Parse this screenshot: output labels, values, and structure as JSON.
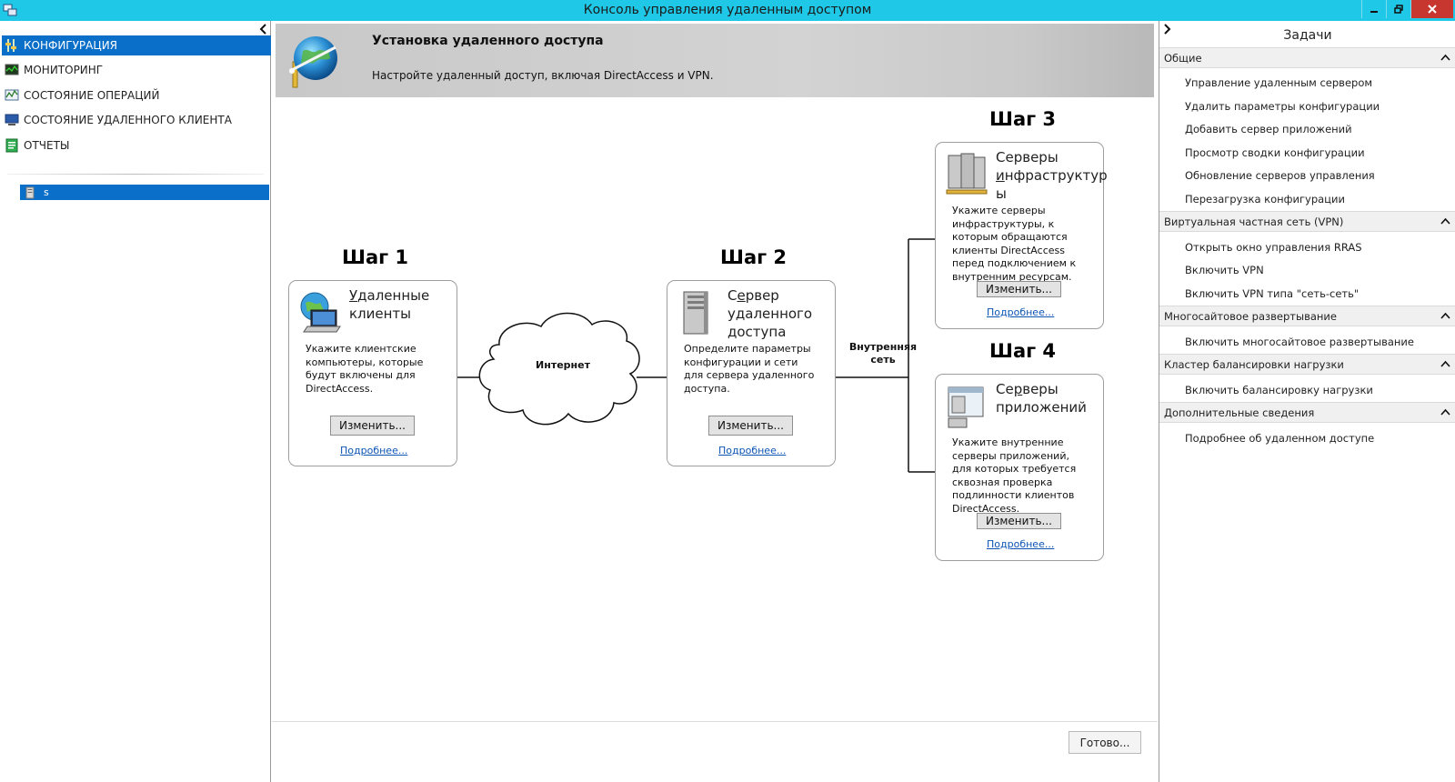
{
  "window": {
    "title": "Консоль управления удаленным доступом"
  },
  "nav": {
    "items": [
      {
        "label": "КОНФИГУРАЦИЯ",
        "icon": "configuration-icon",
        "selected": true
      },
      {
        "label": "МОНИТОРИНГ",
        "icon": "monitoring-icon",
        "selected": false
      },
      {
        "label": "СОСТОЯНИЕ ОПЕРАЦИЙ",
        "icon": "operations-status-icon",
        "selected": false
      },
      {
        "label": "СОСТОЯНИЕ УДАЛЕННОГО КЛИЕНТА",
        "icon": "remote-client-status-icon",
        "selected": false
      },
      {
        "label": "ОТЧЕТЫ",
        "icon": "reports-icon",
        "selected": false
      }
    ],
    "server": {
      "label": "s",
      "icon": "server-icon"
    }
  },
  "banner": {
    "title": "Установка удаленного доступа",
    "subtitle": "Настройте удаленный доступ, включая DirectAccess и VPN."
  },
  "steps": {
    "step1": {
      "label": "Шаг 1",
      "title_line1_u": "У",
      "title_line1_rest": "даленные",
      "title_line2": "клиенты",
      "description": "Укажите клиентские компьютеры, которые будут включены для DirectAccess.",
      "button": "Изменить...",
      "link": "Подробнее..."
    },
    "step2": {
      "label": "Шаг 2",
      "title_line1_pre": "С",
      "title_line1_u": "е",
      "title_line1_rest": "рвер",
      "title_line2": "удаленного",
      "title_line3": "доступа",
      "description": "Определите параметры конфигурации и сети для сервера удаленного доступа.",
      "button": "Изменить...",
      "link": "Подробнее..."
    },
    "step3": {
      "label": "Шаг 3",
      "title_line1": "Серверы",
      "title_line2_u": "и",
      "title_line2_rest": "нфраструктур",
      "title_line3": "ы",
      "description": "Укажите серверы инфраструктуры, к которым обращаются клиенты DirectAccess перед подключением к внутренним ресурсам.",
      "button": "Изменить...",
      "link": "Подробнее..."
    },
    "step4": {
      "label": "Шаг 4",
      "title_line1_pre": "Се",
      "title_line1_u": "р",
      "title_line1_rest": "веры",
      "title_line2": "приложений",
      "description": "Укажите внутренние серверы приложений, для которых требуется сквозная проверка подлинности клиентов DirectAccess.",
      "button": "Изменить...",
      "link": "Подробнее..."
    }
  },
  "network": {
    "internet": "Интернет",
    "internal_line1": "Внутренняя",
    "internal_line2": "сеть"
  },
  "footer": {
    "done_button": "Готово..."
  },
  "tasks": {
    "title": "Задачи",
    "sections": [
      {
        "header": "Общие",
        "items": [
          "Управление удаленным сервером",
          "Удалить параметры конфигурации",
          "Добавить сервер приложений",
          "Просмотр сводки конфигурации",
          "Обновление серверов управления",
          "Перезагрузка конфигурации"
        ]
      },
      {
        "header": "Виртуальная частная сеть (VPN)",
        "items": [
          "Открыть окно управления RRAS",
          "Включить VPN",
          "Включить VPN типа \"сеть-сеть\""
        ]
      },
      {
        "header": "Многосайтовое развертывание",
        "items": [
          "Включить многосайтовое развертывание"
        ]
      },
      {
        "header": "Кластер балансировки нагрузки",
        "items": [
          "Включить балансировку нагрузки"
        ]
      },
      {
        "header": "Дополнительные сведения",
        "items": [
          "Подробнее об удаленном доступе"
        ]
      }
    ]
  },
  "colors": {
    "titlebar": "#1ec8e6",
    "selection": "#0a6fc9",
    "link": "#0d55b5",
    "close": "#c7372f"
  }
}
